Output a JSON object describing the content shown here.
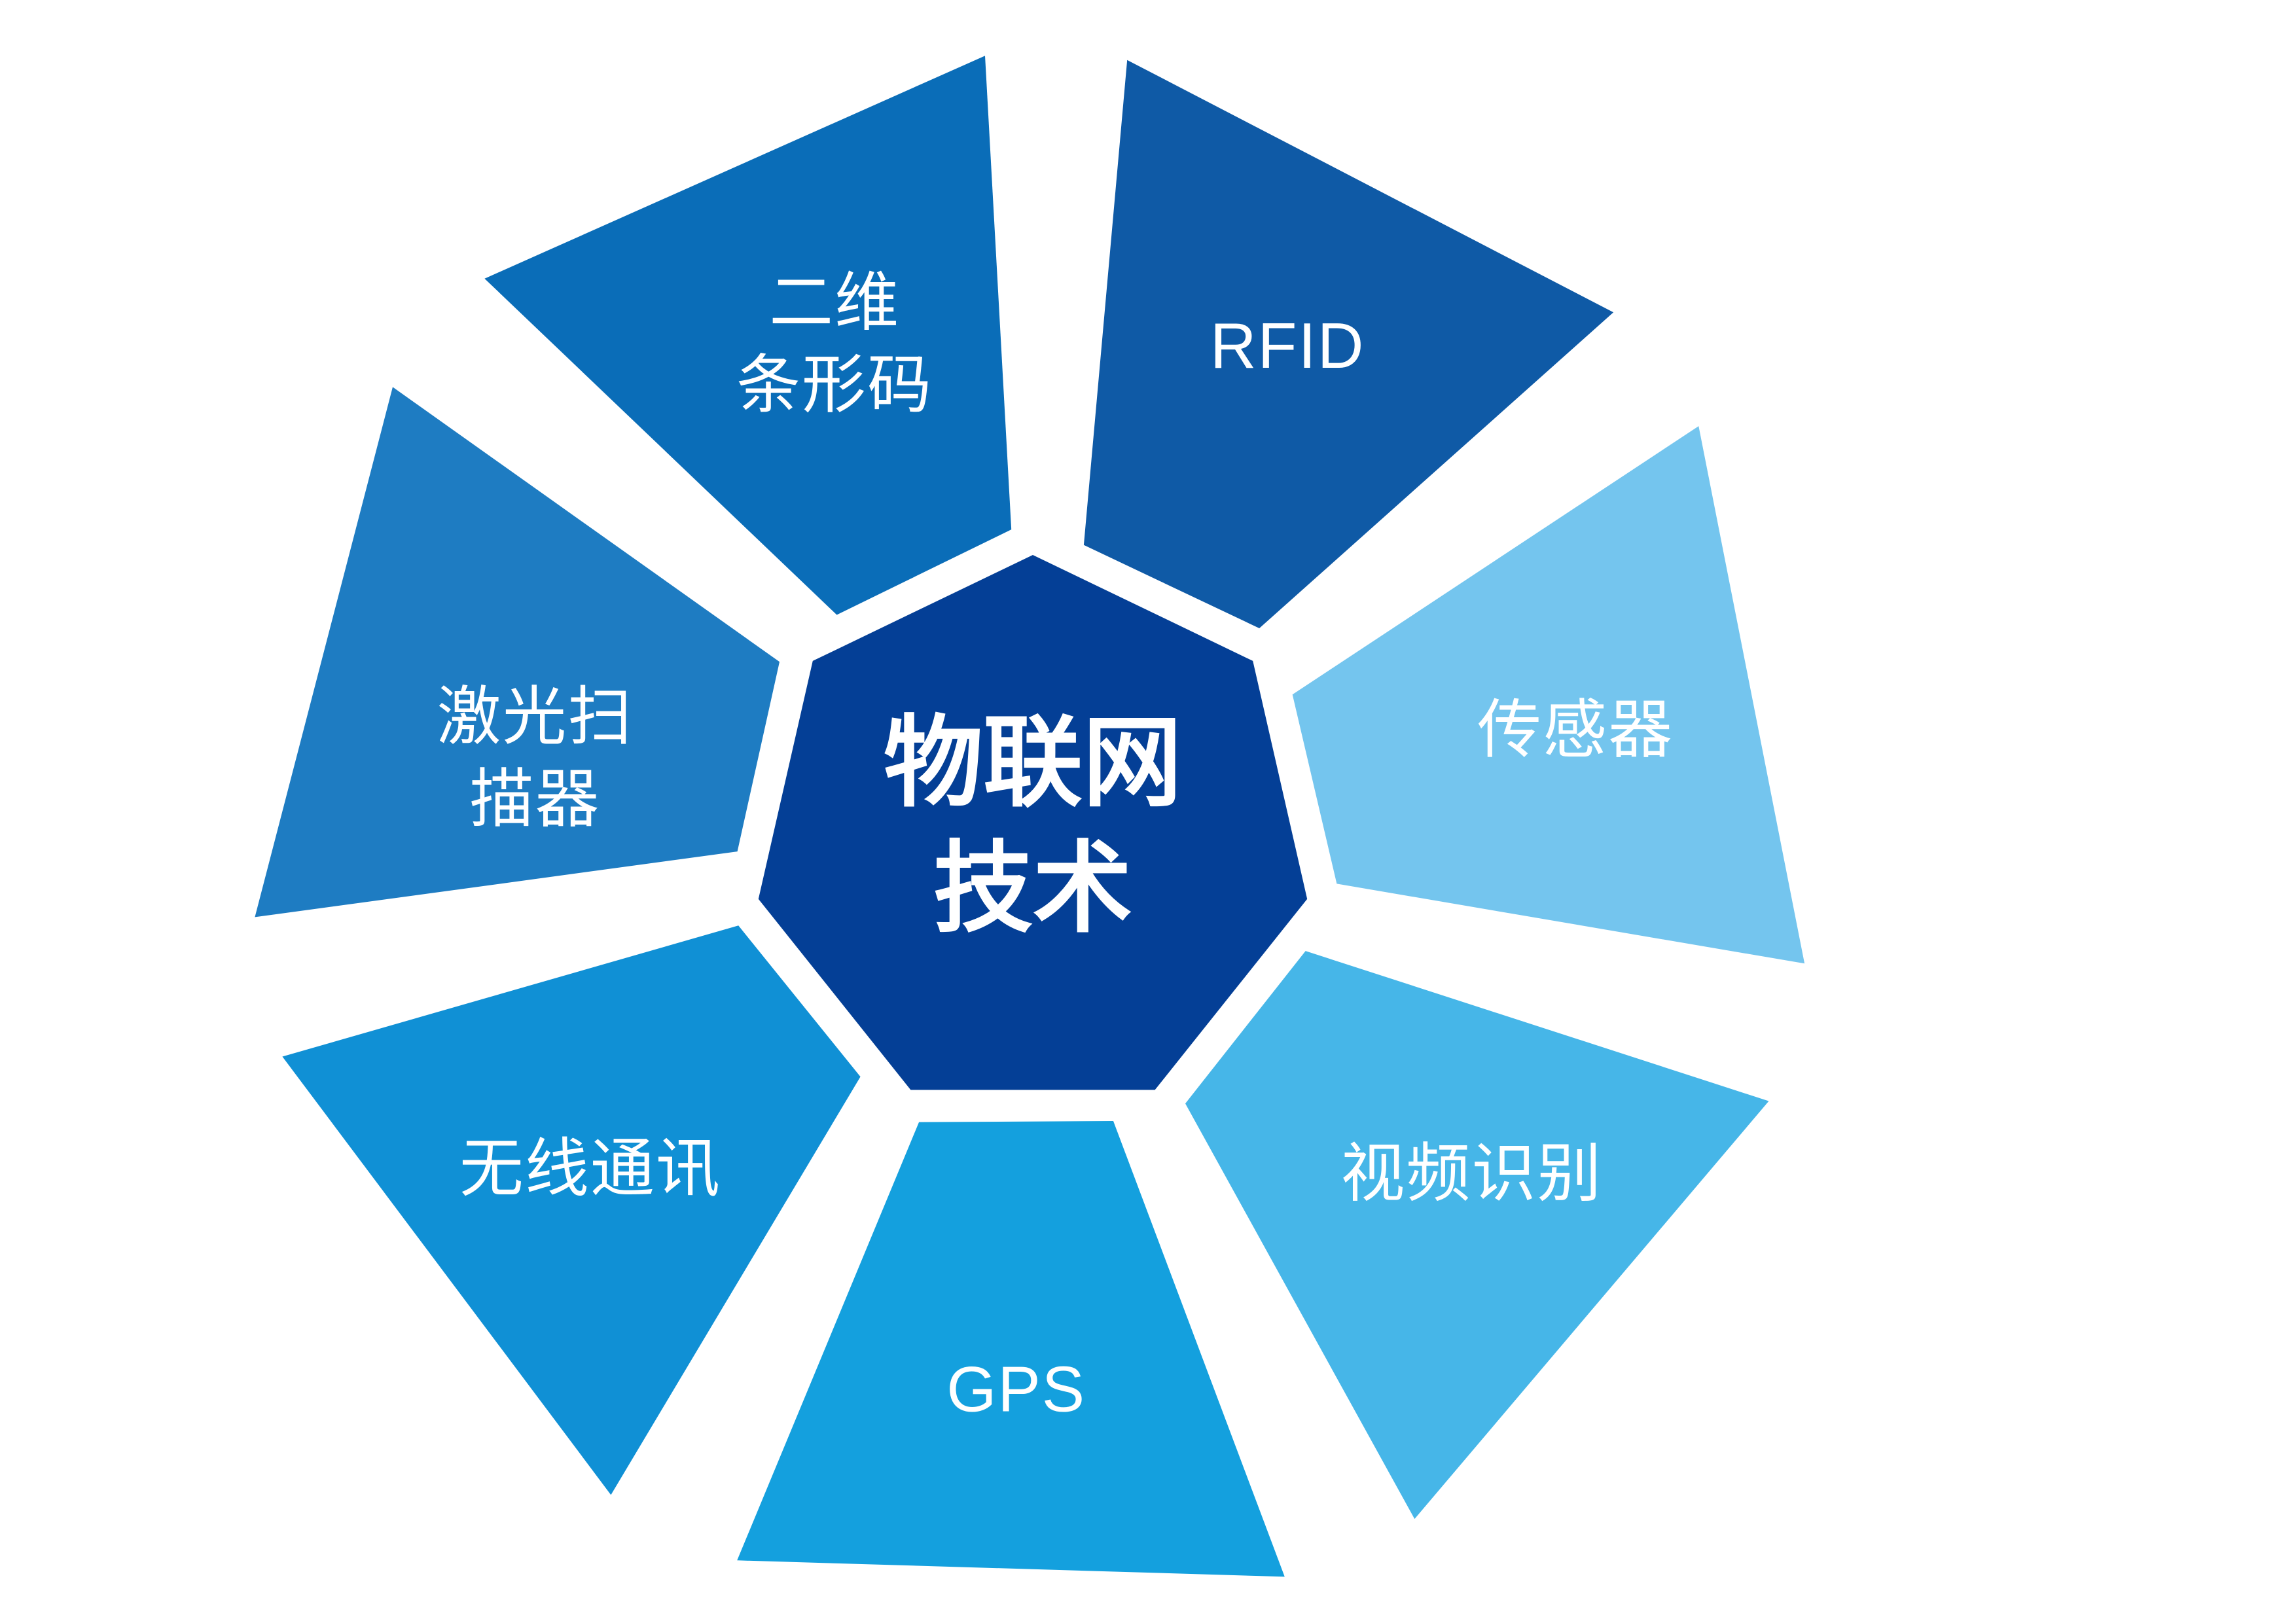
{
  "diagram": {
    "background": "#ffffff",
    "center": {
      "label": "物联网技术",
      "lines": [
        "物联网",
        "技术"
      ],
      "color": "#043F96",
      "text_color": "#ffffff"
    },
    "segments": [
      {
        "id": "qr-2d-barcode",
        "label": "二维条形码",
        "lines": [
          "二维",
          "条形码"
        ],
        "color": "#0A6DB8"
      },
      {
        "id": "rfid",
        "label": "RFID",
        "lines": [
          "RFID"
        ],
        "color": "#0F5AA6"
      },
      {
        "id": "sensor",
        "label": "传感器",
        "lines": [
          "传感器"
        ],
        "color": "#74C5EE"
      },
      {
        "id": "video-recognition",
        "label": "视频识别",
        "lines": [
          "视频识别"
        ],
        "color": "#46B6E8"
      },
      {
        "id": "gps",
        "label": "GPS",
        "lines": [
          "GPS"
        ],
        "color": "#14A0DE"
      },
      {
        "id": "wireless-communication",
        "label": "无线通讯",
        "lines": [
          "无线通讯"
        ],
        "color": "#1090D5"
      },
      {
        "id": "laser-scanner",
        "label": "激光扫描器",
        "lines": [
          "激光扫",
          "描器"
        ],
        "color": "#1E7CC2"
      }
    ]
  }
}
